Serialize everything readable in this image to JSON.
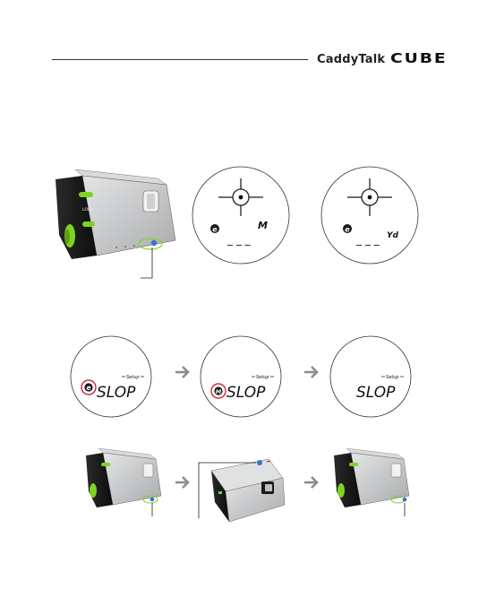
{
  "header": {
    "brand_part1": "CaddyTalk",
    "brand_part2": "CUBE"
  },
  "displays": {
    "meter_unit": "M",
    "yard_unit": "Yd",
    "dashes": "_ _ _",
    "setup_label": "Setup",
    "slop_text": "SLOP",
    "mode_icon_e": "e",
    "mode_icon_m": "M"
  },
  "device": {
    "display_text": "LOCK"
  },
  "colors": {
    "accent_green": "#7ed321",
    "device_body": "#c4c6c8",
    "device_dark": "#1b1b1b",
    "highlight_red": "#d0021b",
    "button_blue": "#3b6fd8",
    "arrow_gray": "#8c8c8c"
  }
}
